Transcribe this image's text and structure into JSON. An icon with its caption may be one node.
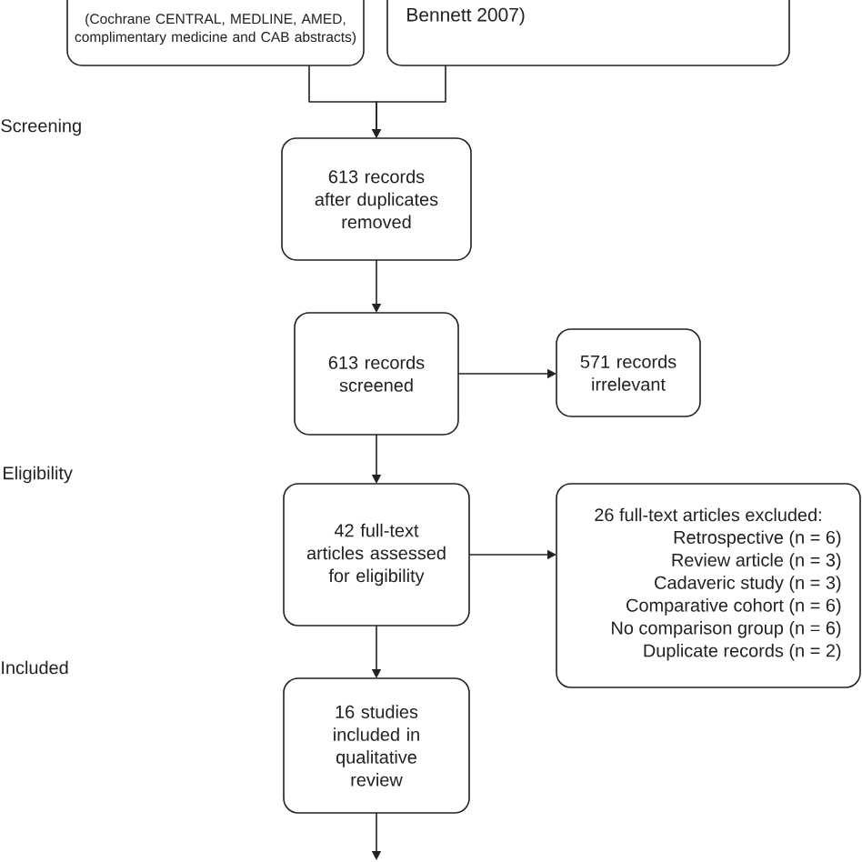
{
  "diagram": {
    "nodes": [
      {
        "text": [
          "(Cochrane CENTRAL, MEDLINE, AMED, complimentary medicine and CAB abstracts)"
        ]
      },
      {
        "text": [
          "Bennett 2007)"
        ]
      },
      {
        "text": [
          "613 records after duplicates removed"
        ]
      },
      {
        "text": [
          "613 records screened"
        ]
      },
      {
        "text": [
          "571 records irrelevant"
        ]
      },
      {
        "text": [
          "42 full-text articles assessed for eligibility"
        ]
      },
      {
        "text": [
          "26 full-text articles excluded:",
          "Retrospective (n = 6)",
          "Review article (n = 3)",
          "Cadaveric study (n = 3)",
          "Comparative cohort (n = 6)",
          "No comparison group (n = 6)",
          "Duplicate records (n = 2)"
        ]
      },
      {
        "text": [
          "16 studies included in qualitative review"
        ]
      }
    ],
    "edges": [
      {
        "from": 0,
        "to": 2,
        "arrow": "to"
      },
      {
        "from": 1,
        "to": 2,
        "arrow": "to"
      },
      {
        "from": 2,
        "to": 3,
        "arrow": "to"
      },
      {
        "from": 3,
        "to": 4,
        "arrow": "to"
      },
      {
        "from": 3,
        "to": 5,
        "arrow": "to"
      },
      {
        "from": 5,
        "to": 6,
        "arrow": "to"
      },
      {
        "from": 5,
        "to": 7,
        "arrow": "to"
      },
      {
        "from": 7,
        "to": null,
        "arrow": "to"
      }
    ],
    "labels": [
      "Screening",
      "Eligibility",
      "Included"
    ]
  }
}
